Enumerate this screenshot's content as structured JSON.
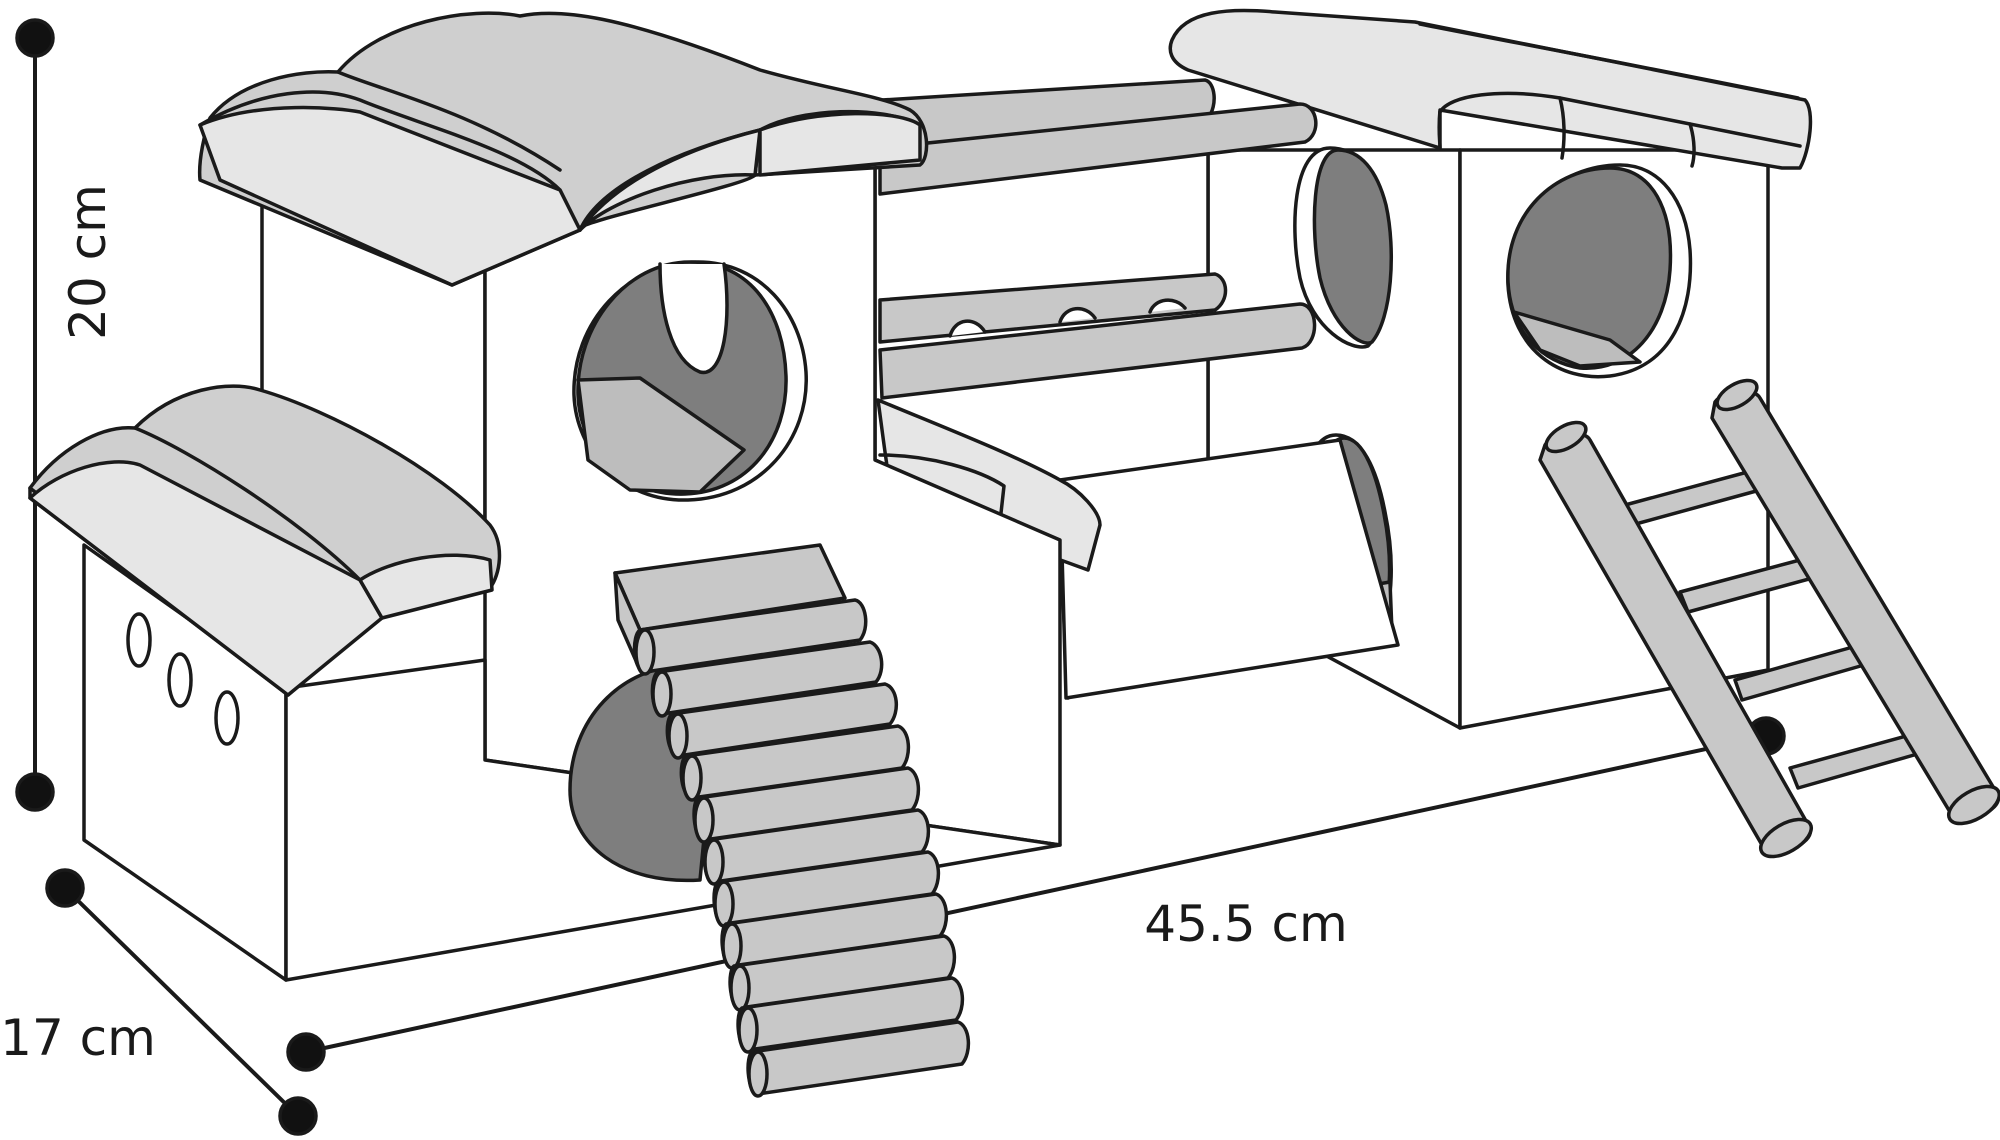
{
  "dimensions": {
    "height": "20 cm",
    "depth": "17 cm",
    "width": "45.5 cm"
  },
  "colors": {
    "outline": "#1a1a1a",
    "wall": "#ffffff",
    "roof_light": "#e6e6e6",
    "roof_mid": "#cfcfcf",
    "wood": "#c8c8c8",
    "hole_dark": "#7e7e7e",
    "floor_mid": "#bdbdbd"
  }
}
